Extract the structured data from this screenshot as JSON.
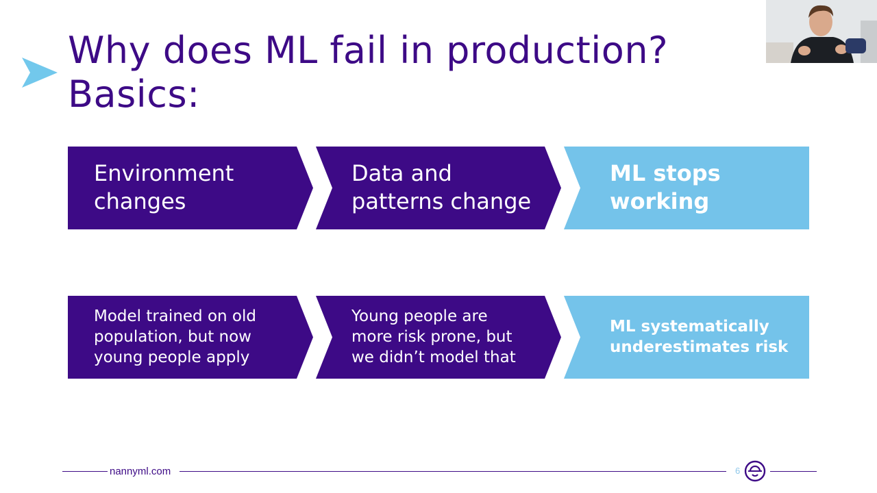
{
  "slide": {
    "title_line1": "Why does ML fail in production?",
    "title_line2": "Basics:",
    "page_number": "6"
  },
  "row1": [
    {
      "line1": "Environment",
      "line2": "changes"
    },
    {
      "line1": "Data and",
      "line2": "patterns change"
    },
    {
      "line1": "ML stops",
      "line2": "working"
    }
  ],
  "row2": [
    {
      "line1": "Model trained on old",
      "line2": "population, but now",
      "line3": "young people apply"
    },
    {
      "line1": "Young people are",
      "line2": "more risk prone, but",
      "line3": "we didn’t model that"
    },
    {
      "line1": "ML systematically",
      "line2": "underestimates risk"
    }
  ],
  "footer": {
    "url": "nannyml.com"
  },
  "colors": {
    "purple": "#3d0a86",
    "light_blue": "#74c3ea",
    "arrow_blue": "#72c8ec"
  },
  "icons": {
    "arrow": "play-arrow-icon",
    "logo": "nannyml-logo-icon"
  }
}
